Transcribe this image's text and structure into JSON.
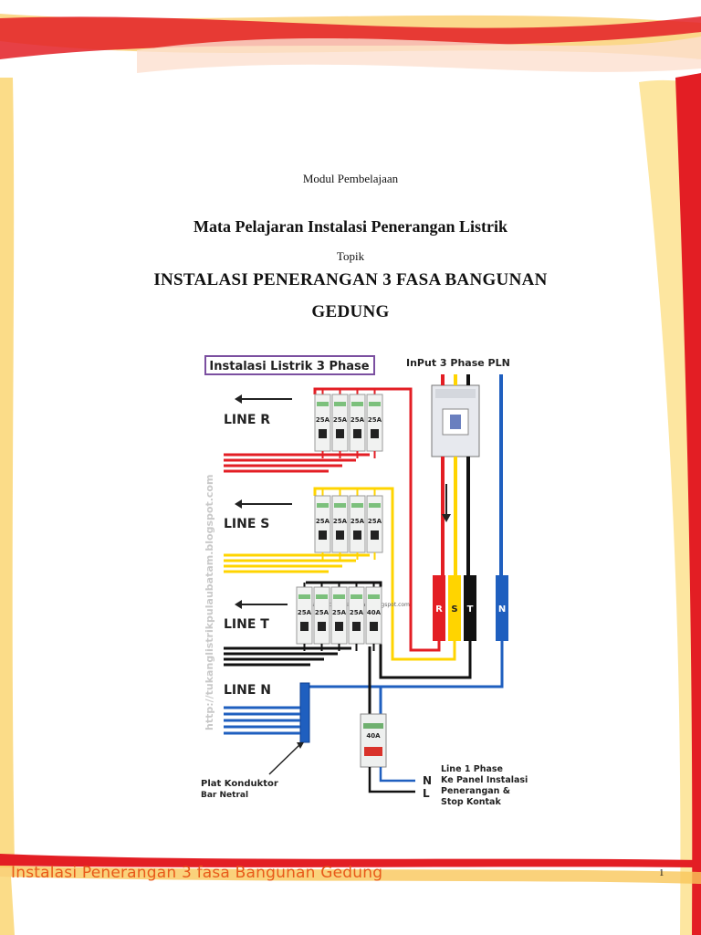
{
  "header": {
    "module": "Modul Pembelajaan",
    "subject": "Mata Pelajaran Instalasi Penerangan Listrik",
    "topic_label": "Topik",
    "title_line1": "INSTALASI PENERANGAN 3 FASA  BANGUNAN",
    "title_line2": "GEDUNG"
  },
  "diagram": {
    "title": "Instalasi Listrik 3 Phase",
    "input_label": "InPut 3 Phase PLN",
    "watermark": "http://tukanglistrikpulaubatam.blogspot.com",
    "watermark_small": "tukanglistrikpulaubatam.blogspot.com",
    "lines": {
      "r": "LINE  R",
      "s": "LINE  S",
      "t": "LINE  T",
      "n": "LINE  N"
    },
    "breakers_r": [
      "25A",
      "25A",
      "25A",
      "25A"
    ],
    "breakers_s": [
      "25A",
      "25A",
      "25A",
      "25A"
    ],
    "breakers_t": [
      "25A",
      "25A",
      "25A",
      "25A",
      "40A"
    ],
    "main_breaker": "40A",
    "bus_labels": {
      "r": "R",
      "s": "S",
      "t": "T",
      "n": "N"
    },
    "plate_label1": "Plat Konduktor",
    "plate_label2": "Bar Netral",
    "line1_label1": "Line 1 Phase",
    "line1_label2": "Ke Panel Instalasi",
    "line1_label3": "Penerangan &",
    "line1_label4": "Stop Kontak",
    "n_label": "N",
    "l_label": "L"
  },
  "footer": {
    "text": "Instalasi  Penerangan 3 fasa Bangunan Gedung",
    "page": "1"
  },
  "colors": {
    "red": "#e31e24",
    "yellow": "#ffd400",
    "black": "#111111",
    "blue": "#1f5fbf",
    "orange": "#f5a623"
  }
}
